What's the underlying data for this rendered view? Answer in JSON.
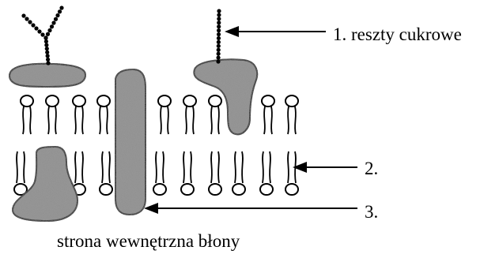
{
  "labels": {
    "sugar_residues": "1. reszty cukrowe",
    "lipid": "2.",
    "protein": "3."
  },
  "caption": "strona wewnętrzna  błony",
  "colors": {
    "protein_fill": "#9a9a9a",
    "protein_stroke": "#000000",
    "line": "#000000",
    "background": "#ffffff"
  }
}
